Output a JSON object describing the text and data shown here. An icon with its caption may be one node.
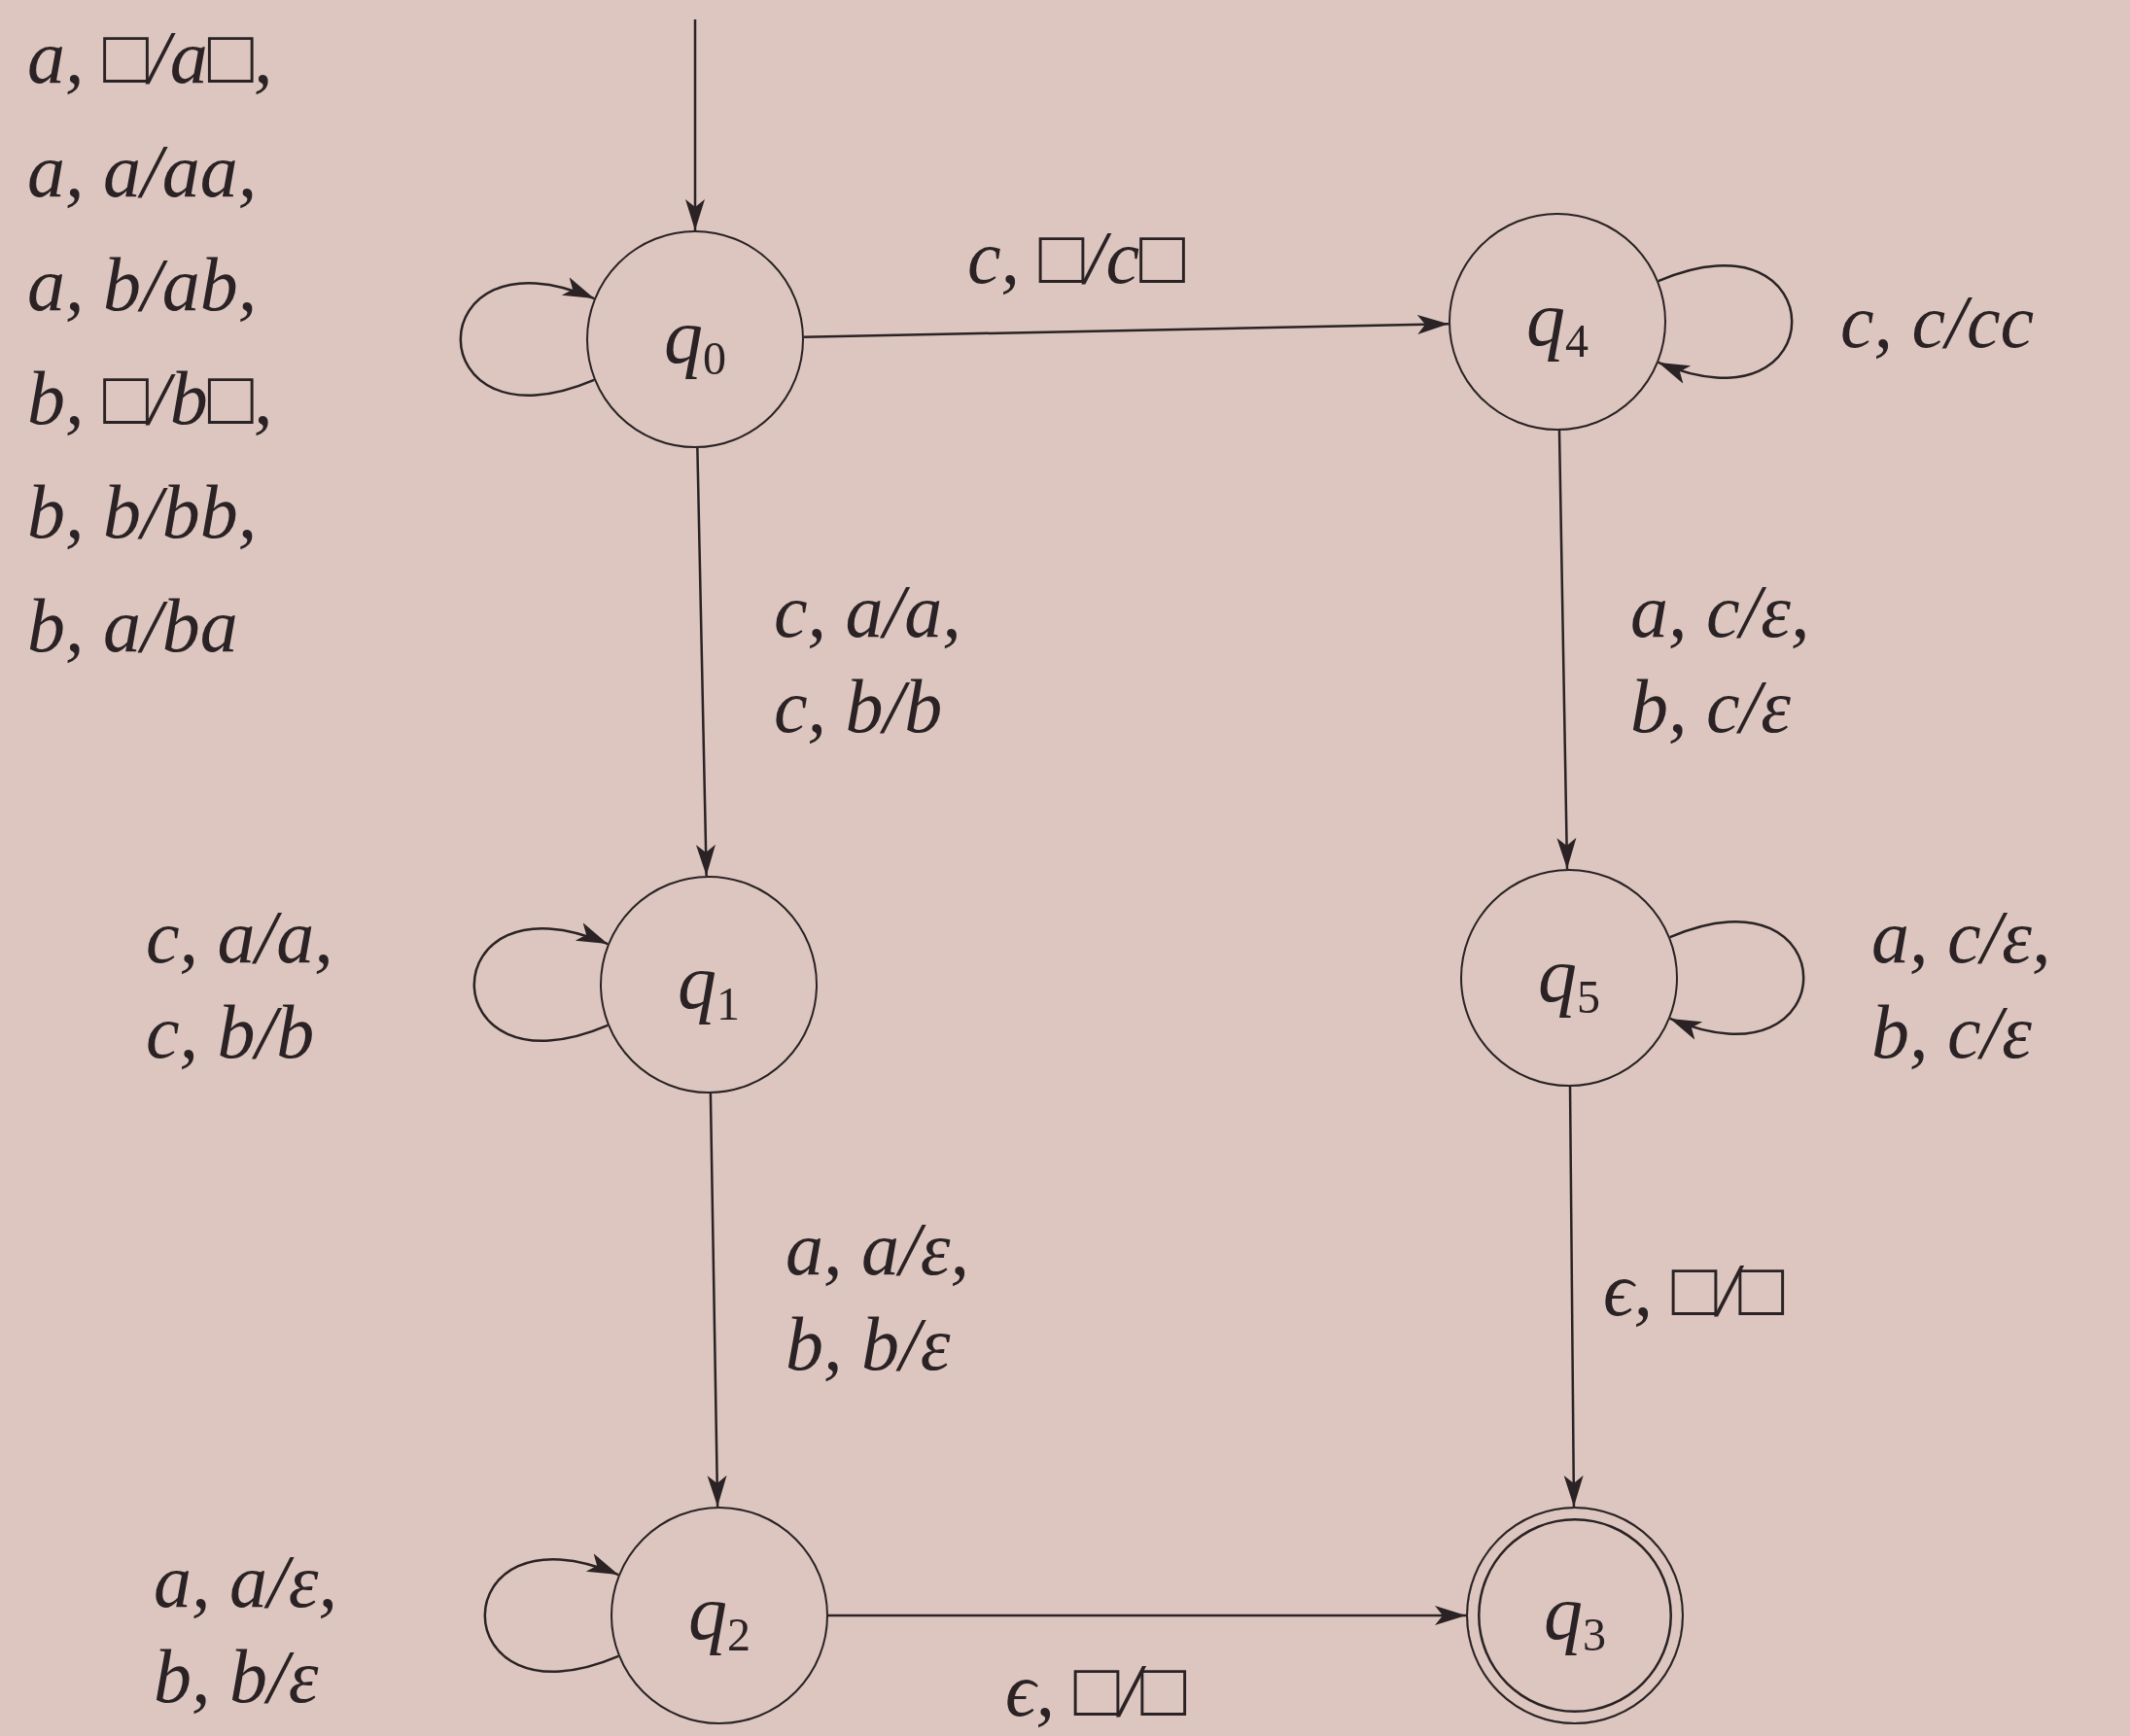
{
  "diagram": {
    "nodes": [
      {
        "text": [
          "q$_{0}$"
        ]
      },
      {
        "text": [
          "q$_{4}$"
        ]
      },
      {
        "text": [
          "q$_{1}$"
        ]
      },
      {
        "text": [
          "q$_{5}$"
        ]
      },
      {
        "text": [
          "q$_{2}$"
        ]
      },
      {
        "text": [
          "q$_{3}$"
        ]
      }
    ],
    "edges": [
      {
        "from": null,
        "to": 0,
        "arrow": "to"
      },
      {
        "from": 0,
        "to": 0,
        "arrow": "to",
        "label": "a, □/a□, a, a/aa, a, b/ab, b, □/b□, b, b/bb, b, a/ba"
      },
      {
        "from": 0,
        "to": 1,
        "arrow": "to",
        "label": "c, □/c□"
      },
      {
        "from": 1,
        "to": 1,
        "arrow": "to",
        "label": "c, c/cc"
      },
      {
        "from": 0,
        "to": 2,
        "arrow": "to",
        "label": "c, a/a, c, b/b"
      },
      {
        "from": 2,
        "to": 2,
        "arrow": "to",
        "label": "c, a/a, c, b/b"
      },
      {
        "from": 1,
        "to": 3,
        "arrow": "to",
        "label": "a, c/ε, b, c/ε"
      },
      {
        "from": 3,
        "to": 3,
        "arrow": "to",
        "label": "a, c/ε, b, c/ε"
      },
      {
        "from": 2,
        "to": 4,
        "arrow": "to",
        "label": "a, a/ε, b, b/ε"
      },
      {
        "from": 3,
        "to": 5,
        "arrow": "to",
        "label": "ϵ, □/□"
      },
      {
        "from": 4,
        "to": 4,
        "arrow": "to",
        "label": "a, a/ε, b, b/ε"
      },
      {
        "from": 4,
        "to": 5,
        "arrow": "to",
        "label": "ϵ, □/□"
      }
    ]
  }
}
